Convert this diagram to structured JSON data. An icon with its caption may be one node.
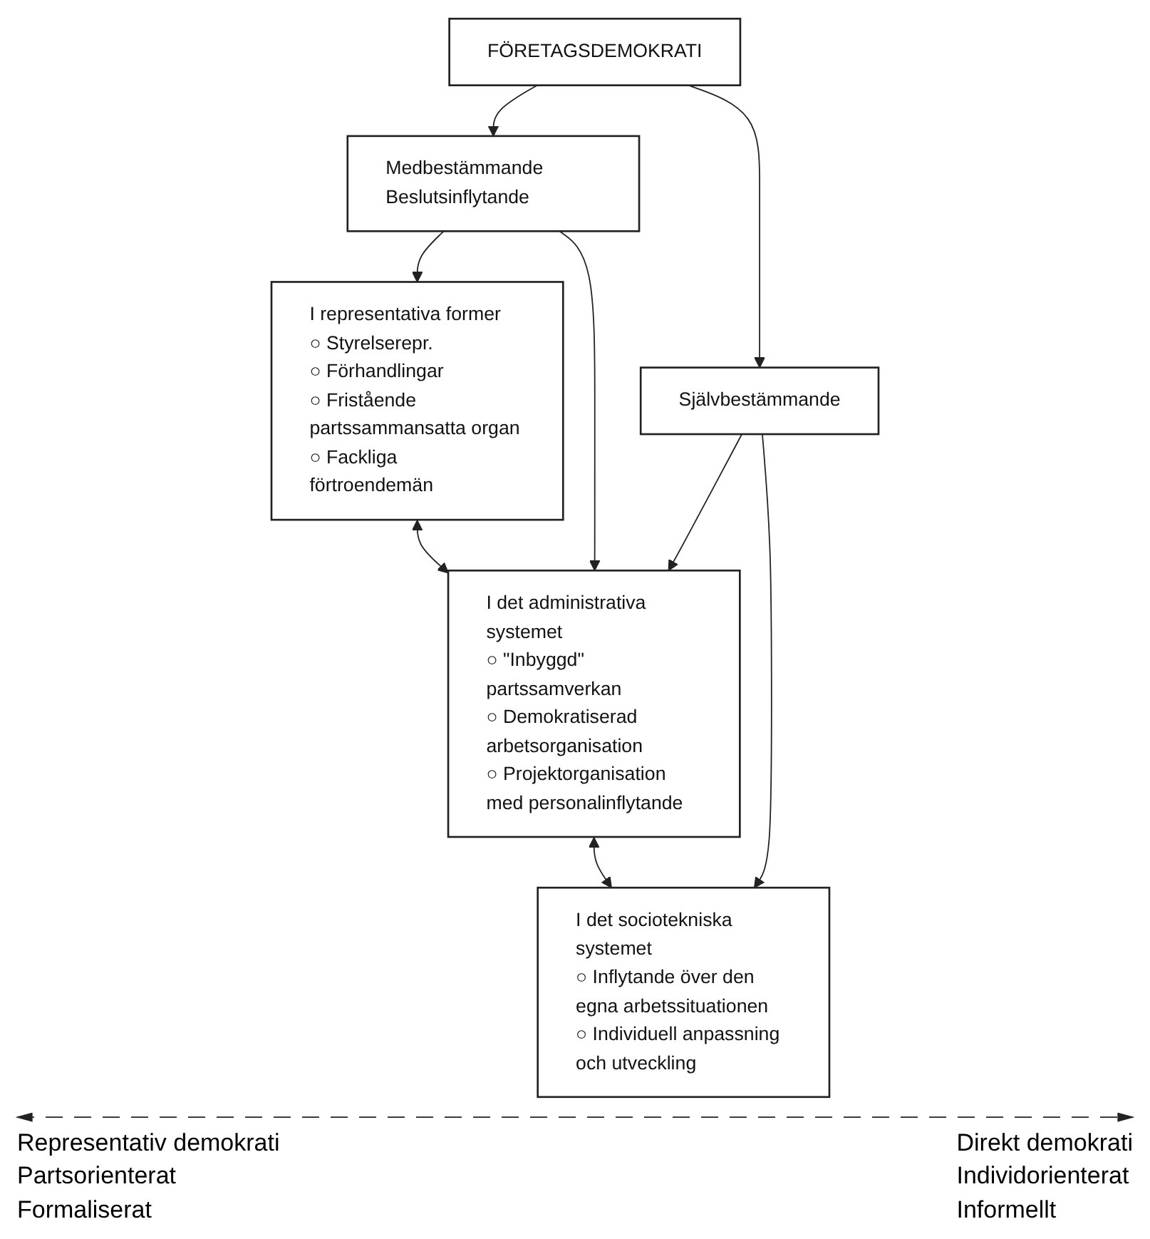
{
  "diagram": {
    "nodes": [
      {
        "text": [
          "FÖRETAGSDEMOKRATI"
        ]
      },
      {
        "text": [
          "Medbestämmande Beslutsinflytande"
        ]
      },
      {
        "text": [
          "Självbestämmande"
        ]
      },
      {
        "text": [
          "I representativa former",
          "○ Styrelserepr.",
          "○ Förhandlingar",
          "○ Fristående partssammansatta organ",
          "○ Fackliga förtroendemän"
        ]
      },
      {
        "text": [
          "I det administrativa systemet",
          "○ \"Inbyggd\" partssamverkan",
          "○ Demokratiserad arbetsorganisation",
          "○ Projektorganisation med personalinflytande"
        ]
      },
      {
        "text": [
          "I det sociotekniska systemet",
          "○ Inflytande över den egna arbetssituationen",
          "○ Individuell anpassning och utveckling"
        ]
      }
    ],
    "edges": [
      {
        "from": 0,
        "to": 1,
        "arrow": "to"
      },
      {
        "from": 0,
        "to": 2,
        "arrow": "to"
      },
      {
        "from": 1,
        "to": 3,
        "arrow": "to"
      },
      {
        "from": 1,
        "to": 4,
        "arrow": "to"
      },
      {
        "from": 2,
        "to": 4,
        "arrow": "to"
      },
      {
        "from": 2,
        "to": 5,
        "arrow": "to"
      },
      {
        "from": 3,
        "to": 4,
        "arrow": "both"
      },
      {
        "from": 4,
        "to": 5,
        "arrow": "both"
      }
    ],
    "labels": [
      "Representativ demokrati",
      "Partsorienterat",
      "Formaliserat",
      "Direkt demokrati",
      "Individorienterat",
      "Informellt"
    ]
  }
}
